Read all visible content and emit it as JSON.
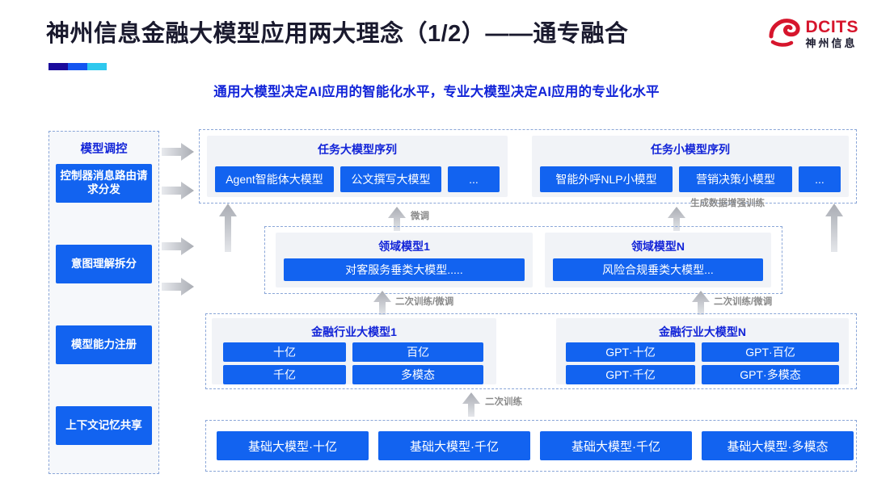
{
  "header": {
    "title": "神州信息金融大模型应用两大理念（1/2）——通专融合",
    "subtitle": "通用大模型决定AI应用的智能化水平，专业大模型决定AI应用的专业化水平",
    "accent_colors": [
      "#1a0a9c",
      "#1455f0",
      "#2ec8ee"
    ]
  },
  "logo": {
    "mark_icon": "dcits-swirl-logo-icon",
    "en": "DCITS",
    "cn": "神州信息",
    "color": "#d6152c"
  },
  "left_panel": {
    "title": "模型调控",
    "items": [
      {
        "label": "控制器消息路由请求分发"
      },
      {
        "label": "意图理解拆分"
      },
      {
        "label": "模型能力注册"
      },
      {
        "label": "上下文记忆共享"
      }
    ],
    "arrow_icon": "arrow-right-icon",
    "arrow_count": 4
  },
  "diagram": {
    "task_row": {
      "groups": [
        {
          "title": "任务大模型序列",
          "chips": [
            "Agent智能体大模型",
            "公文撰写大模型",
            "..."
          ]
        },
        {
          "title": "任务小模型序列",
          "chips": [
            "智能外呼NLP小模型",
            "营销决策小模型",
            "..."
          ]
        }
      ],
      "arrow_labels": [
        "微调",
        "生成数据增强训练"
      ]
    },
    "domain_row": {
      "groups": [
        {
          "title": "领域模型1",
          "chips": [
            "对客服务垂类大模型....."
          ]
        },
        {
          "title": "领域模型N",
          "chips": [
            "风险合规垂类大模型..."
          ]
        }
      ],
      "arrow_labels": [
        "二次训练/微调",
        "二次训练/微调"
      ]
    },
    "industry_row": {
      "groups": [
        {
          "title": "金融行业大模型1",
          "chips": [
            "十亿",
            "百亿",
            "千亿",
            "多模态"
          ]
        },
        {
          "title": "金融行业大模型N",
          "chips": [
            "GPT·十亿",
            "GPT·百亿",
            "GPT·千亿",
            "GPT·多模态"
          ]
        }
      ],
      "arrow_labels": [
        "二次训练"
      ]
    },
    "base_row": {
      "chips": [
        "基础大模型·十亿",
        "基础大模型·千亿",
        "基础大模型·千亿",
        "基础大模型·多模态"
      ]
    },
    "colors": {
      "chip_bg": "#1263f0",
      "group_bg": "#f1f3f7",
      "dashed_border": "#8aa6d8",
      "heading": "#1224d8",
      "arrow_gray": "#b9bcc2"
    }
  }
}
